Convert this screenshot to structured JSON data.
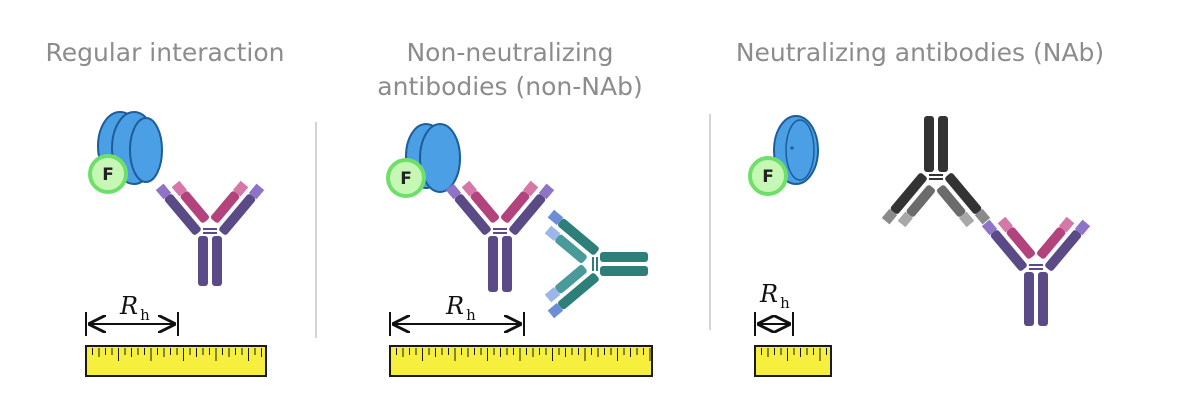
{
  "panels": [
    {
      "title": "Regular interaction"
    },
    {
      "title": "Non-neutralizing antibodies (non-NAb)"
    },
    {
      "title": "Neutralizing antibodies (NAb)"
    }
  ],
  "radius_label": "R",
  "radius_subscript": "h",
  "fluor_label": "F",
  "colors": {
    "title_text": "#8c8c8c",
    "divider": "#d4d4d4",
    "protein_blue": "#4b9fe4",
    "protein_outline": "#1d5d9a",
    "fluor_fill": "#c6f7b4",
    "fluor_ring": "#6ee06a",
    "antibody_heavy": "#5a4b86",
    "antibody_light_purple": "#8f73c7",
    "antibody_light_pink": "#b3437c",
    "antibody_teal": "#2e7e7a",
    "antibody_teal_light": "#6a8fd6",
    "antibody_gray_dark": "#333333",
    "antibody_gray_light": "#8a8a8a",
    "ruler_fill": "#f7ef3d",
    "ruler_outline": "#1a1a1a"
  }
}
